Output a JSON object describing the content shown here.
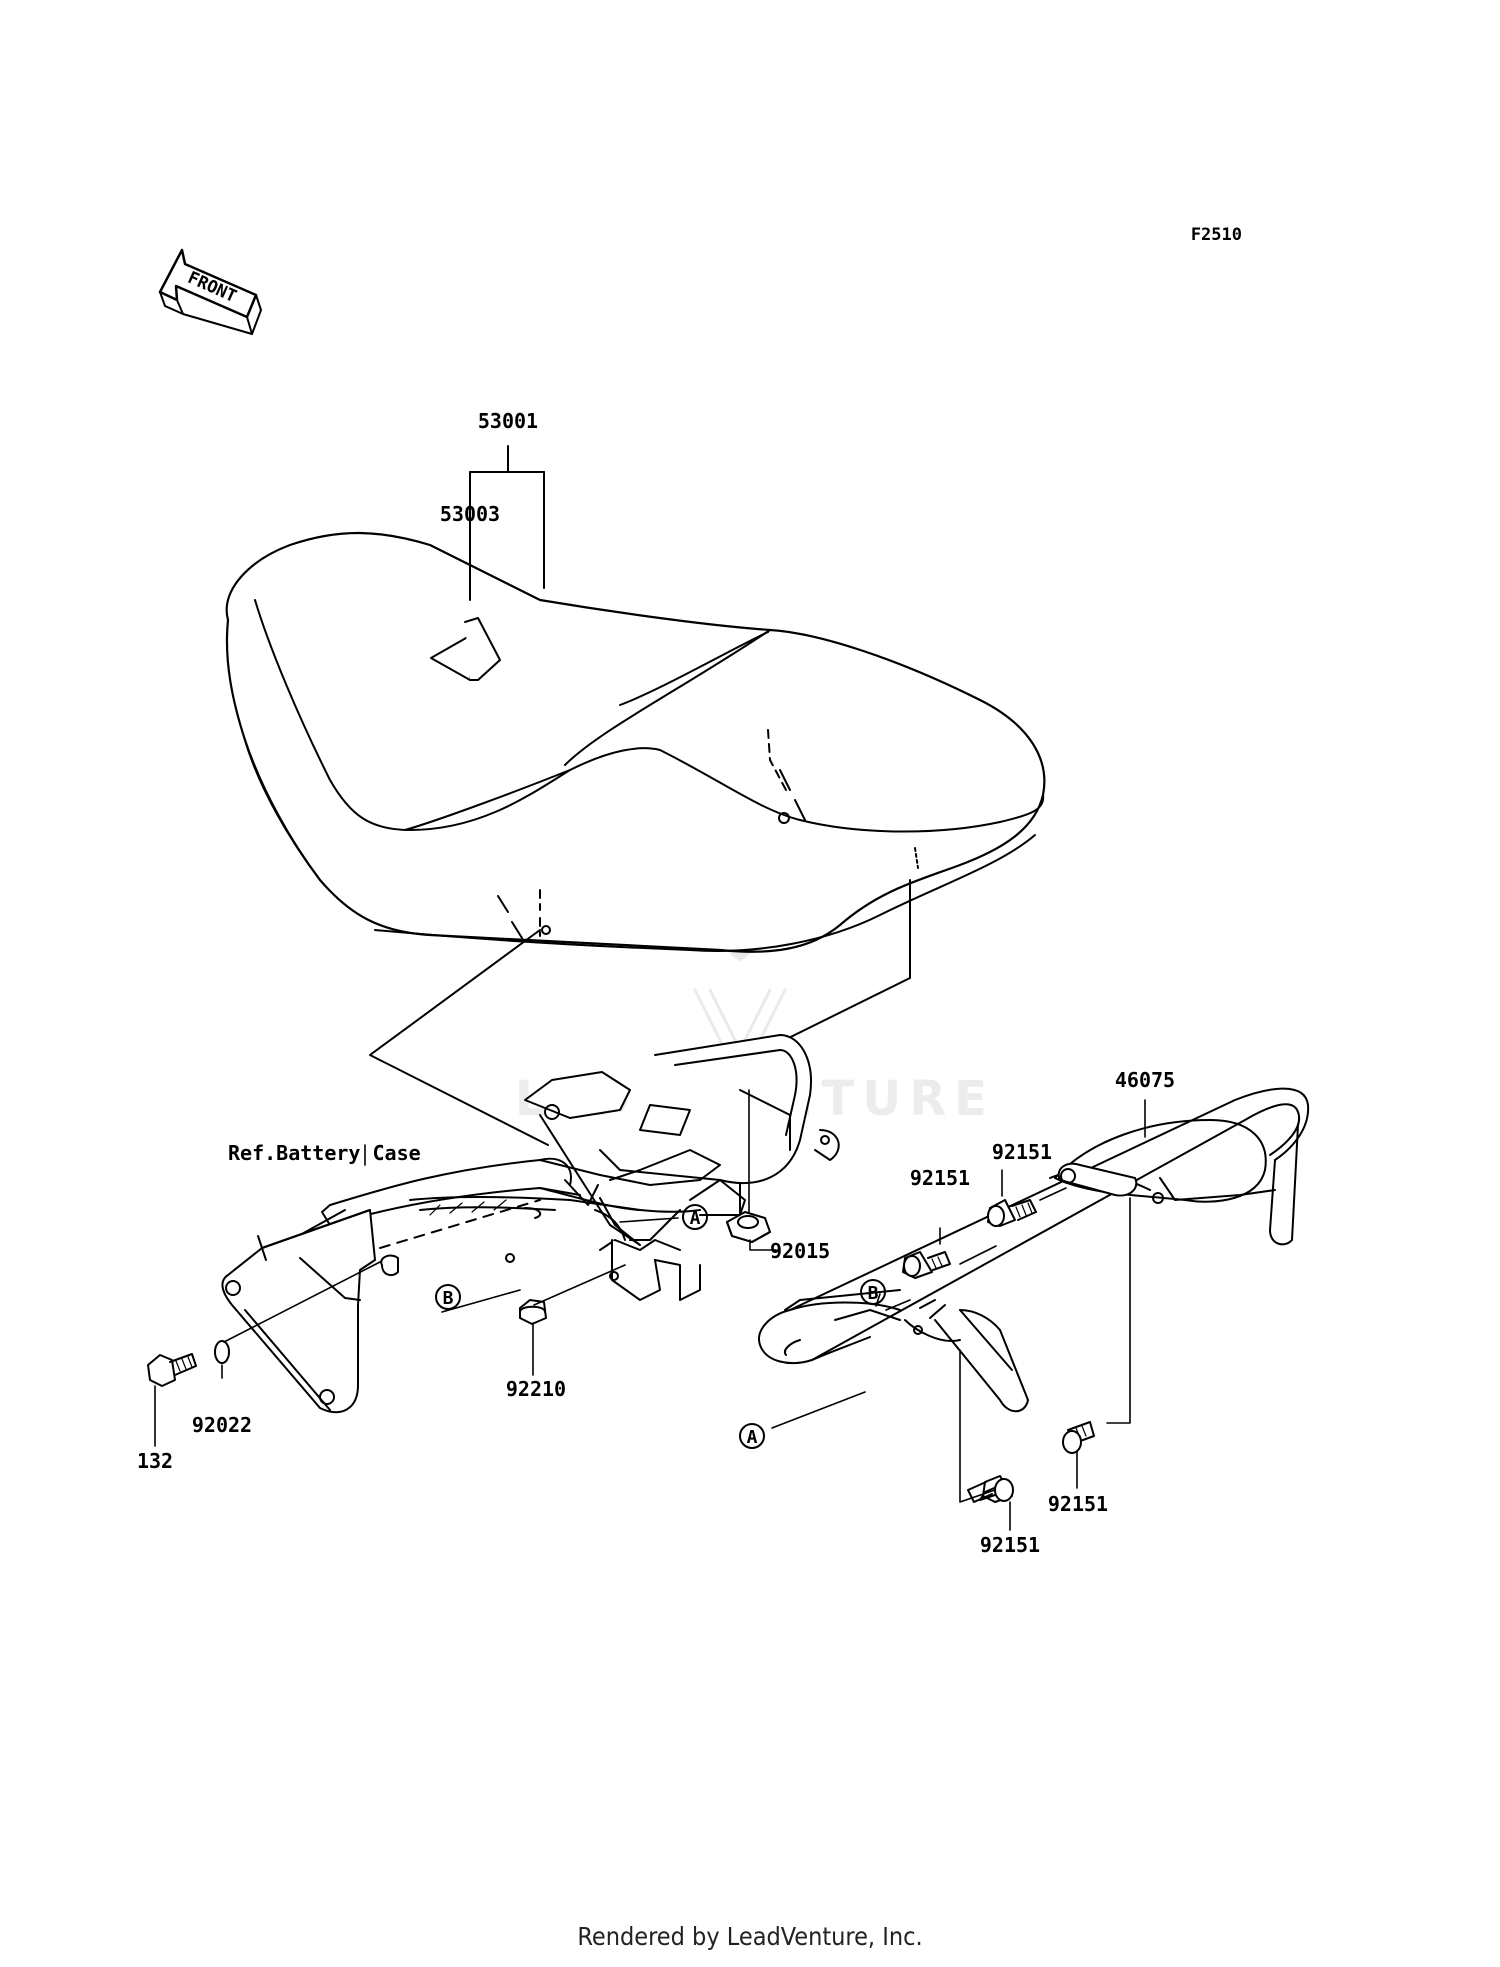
{
  "diagram": {
    "figure_code": "F2510",
    "front_badge": "FRONT",
    "watermark": "LEADVENTURE",
    "labels": {
      "p53001": "53001",
      "p53003": "53003",
      "p46075": "46075",
      "battery_case": "Ref.Battery Case",
      "p92151_a": "92151",
      "p92151_b": "92151",
      "p92151_c": "92151",
      "p92151_d": "92151",
      "p92015": "92015",
      "p92210": "92210",
      "p92022": "92022",
      "p132": "132",
      "mark_a_left": "A",
      "mark_a_right": "A",
      "mark_b_left": "B",
      "mark_b_right": "B"
    }
  },
  "footer": {
    "credit": "Rendered by LeadVenture, Inc."
  }
}
